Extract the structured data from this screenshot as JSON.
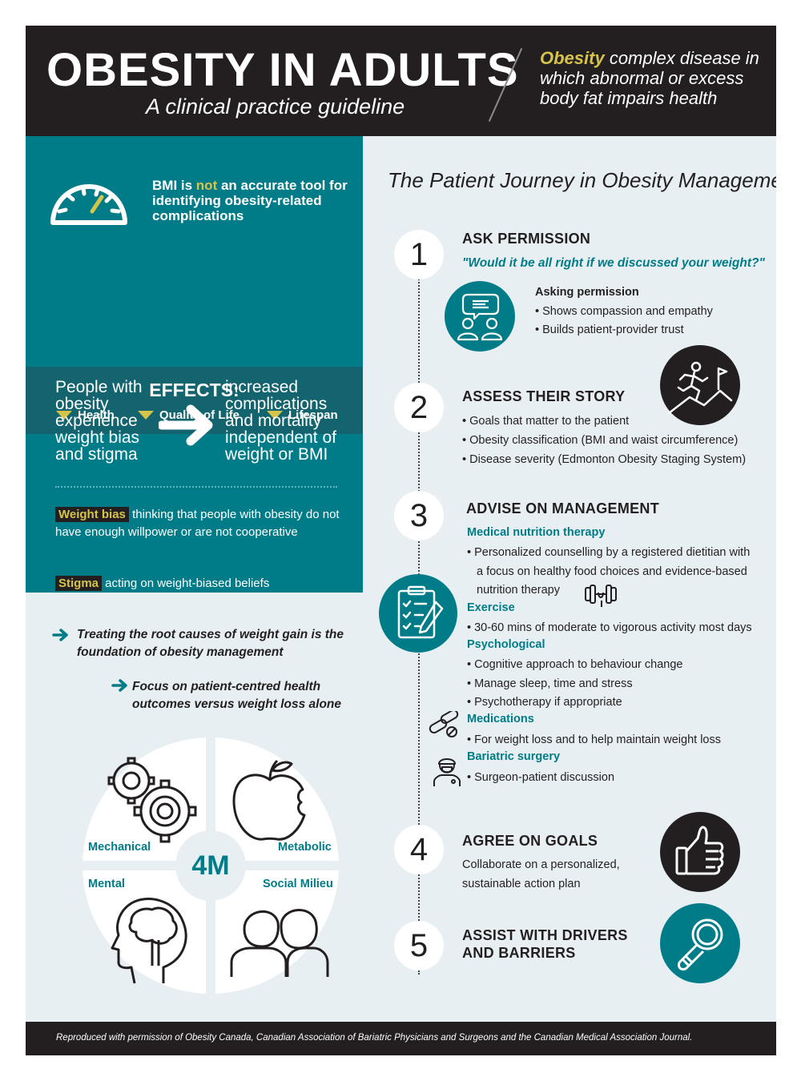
{
  "header": {
    "title": "OBESITY IN ADULTS",
    "subtitle": "A clinical practice guideline",
    "definition_term": "Obesity",
    "definition_text": " complex disease in which abnormal or excess body fat impairs health"
  },
  "left": {
    "bmi_pre": "BMI is ",
    "bmi_not": "not",
    "bmi_post": " an accurate tool for identifying obesity-related complications",
    "effects_title": "EFFECTS:",
    "effects": [
      "Health",
      "Quality of Life",
      "Lifespan"
    ],
    "people_text": "People with obesity experience weight bias and stigma",
    "result_text": "increased complications and mortality independent of weight or BMI",
    "weight_bias_term": "Weight bias",
    "weight_bias_text": " thinking that people with obesity do not have enough willpower or are not cooperative",
    "stigma_term": "Stigma",
    "stigma_text": " acting on weight-biased beliefs",
    "treat_1": "Treating the root causes of weight gain is the foundation of obesity management",
    "treat_2": "Focus on patient-centred health outcomes versus weight loss alone",
    "four_m": {
      "center": "4M",
      "mechanical": "Mechanical",
      "metabolic": "Metabolic",
      "mental": "Mental",
      "social": "Social Milieu"
    }
  },
  "journey": {
    "title": "The Patient Journey in Obesity Management",
    "step1": {
      "num": "1",
      "bold": "ASK",
      "rest": " PERMISSION",
      "quote": "\"Would it be all right if we discussed your weight?\"",
      "sub": "Asking permission",
      "bullets": [
        "• Shows compassion and empathy",
        "• Builds patient-provider trust"
      ]
    },
    "step2": {
      "num": "2",
      "bold": "ASSESS",
      "rest": " THEIR STORY",
      "bullets": [
        "• Goals that matter to the patient",
        "• Obesity classification (BMI and waist circumference)",
        "• Disease severity (Edmonton Obesity Staging System)"
      ]
    },
    "step3": {
      "num": "3",
      "bold": "ADVISE",
      "rest": " ON MANAGEMENT",
      "mnt_head": "Medical nutrition therapy",
      "mnt_1": "• Personalized counselling by a registered dietitian with",
      "mnt_2": "a focus on healthy food choices and evidence-based",
      "mnt_3": "nutrition therapy",
      "ex_head": "Exercise",
      "ex_1": "• 30-60 mins of moderate to vigorous activity most days",
      "psy_head": "Psychological",
      "psy_1": "• Cognitive approach to behaviour change",
      "psy_2": "• Manage sleep, time and stress",
      "psy_3": "• Psychotherapy if appropriate",
      "med_head": "Medications",
      "med_1": "• For weight loss and to help maintain weight loss",
      "bar_head": "Bariatric surgery",
      "bar_1": "• Surgeon-patient discussion"
    },
    "step4": {
      "num": "4",
      "bold": "AGREE",
      "rest": " ON GOALS",
      "text_1": "Collaborate on a personalized,",
      "text_2": "sustainable action plan"
    },
    "step5": {
      "num": "5",
      "bold": "ASSIST",
      "rest": " WITH DRIVERS",
      "line2": "AND BARRIERS"
    }
  },
  "footer": "Reproduced with permission of Obesity Canada, Canadian Association of Bariatric Physicians and Surgeons and the Canadian Medical Association Journal.",
  "colors": {
    "teal": "#007c89",
    "dark": "#231f20",
    "yellow": "#d6c34a",
    "bg": "#e8eff2"
  }
}
